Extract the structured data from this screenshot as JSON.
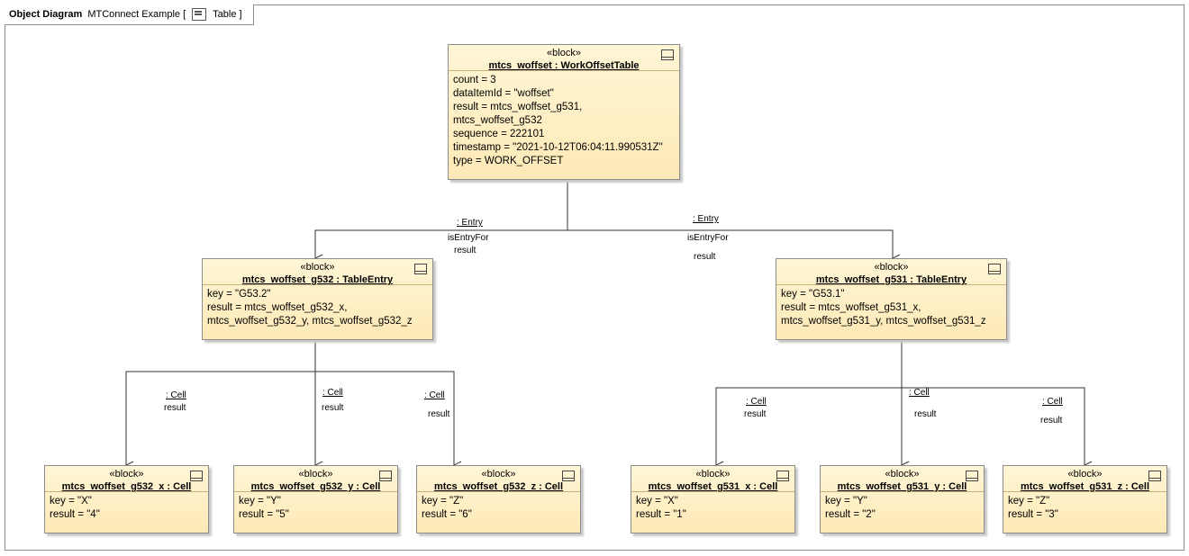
{
  "tab": {
    "kind": "Object Diagram",
    "title": "MTConnect Example [",
    "suffix": "Table ]"
  },
  "blocks": {
    "table": {
      "stereotype": "«block»",
      "name": "mtcs_woffset : WorkOffsetTable",
      "attrs": [
        "count = 3",
        "dataItemId = \"woffset\"",
        "result = mtcs_woffset_g531,",
        "mtcs_woffset_g532",
        "sequence = 222101",
        "timestamp = \"2021-10-12T06:04:11.990531Z\"",
        "type = WORK_OFFSET"
      ]
    },
    "g532": {
      "stereotype": "«block»",
      "name": "mtcs_woffset_g532 : TableEntry",
      "attrs": [
        "key = \"G53.2\"",
        "result = mtcs_woffset_g532_x,",
        "mtcs_woffset_g532_y, mtcs_woffset_g532_z"
      ]
    },
    "g531": {
      "stereotype": "«block»",
      "name": "mtcs_woffset_g531 : TableEntry",
      "attrs": [
        "key = \"G53.1\"",
        "result = mtcs_woffset_g531_x,",
        "mtcs_woffset_g531_y, mtcs_woffset_g531_z"
      ]
    },
    "g532x": {
      "stereotype": "«block»",
      "name": "mtcs_woffset_g532_x : Cell",
      "attrs": [
        "key = \"X\"",
        "result = \"4\""
      ]
    },
    "g532y": {
      "stereotype": "«block»",
      "name": "mtcs_woffset_g532_y : Cell",
      "attrs": [
        "key = \"Y\"",
        "result = \"5\""
      ]
    },
    "g532z": {
      "stereotype": "«block»",
      "name": "mtcs_woffset_g532_z : Cell",
      "attrs": [
        "key = \"Z\"",
        "result = \"6\""
      ]
    },
    "g531x": {
      "stereotype": "«block»",
      "name": "mtcs_woffset_g531_x : Cell",
      "attrs": [
        "key = \"X\"",
        "result = \"1\""
      ]
    },
    "g531y": {
      "stereotype": "«block»",
      "name": "mtcs_woffset_g531_y : Cell",
      "attrs": [
        "key = \"Y\"",
        "result = \"2\""
      ]
    },
    "g531z": {
      "stereotype": "«block»",
      "name": "mtcs_woffset_g531_z : Cell",
      "attrs": [
        "key = \"Z\"",
        "result = \"3\""
      ]
    }
  },
  "links": {
    "entry_left": {
      "assoc": ": Entry",
      "role1": "isEntryFor",
      "role2": "result"
    },
    "entry_right": {
      "assoc": ": Entry",
      "role1": "isEntryFor",
      "role2": "result"
    },
    "cell_532x": {
      "assoc": ": Cell",
      "role": "result"
    },
    "cell_532y": {
      "assoc": ": Cell",
      "role": "result"
    },
    "cell_532z": {
      "assoc": ": Cell",
      "role": "result"
    },
    "cell_531x": {
      "assoc": ": Cell",
      "role": "result"
    },
    "cell_531y": {
      "assoc": ": Cell",
      "role": "result"
    },
    "cell_531z": {
      "assoc": ": Cell",
      "role": "result"
    }
  },
  "colors": {
    "block_fill_top": "#fff6d6",
    "block_fill_bottom": "#fde9b6",
    "line": "#333333"
  },
  "icons": {
    "tab": "table-diagram-icon",
    "block": "block-compartment-icon"
  }
}
